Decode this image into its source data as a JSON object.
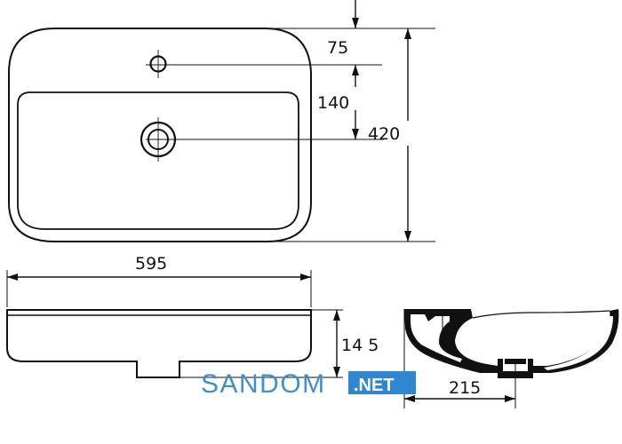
{
  "dimensions": {
    "top_to_tap_hole": "75",
    "tap_to_drain": "140",
    "total_depth": "420",
    "total_width": "595",
    "height": "14 5",
    "drain_offset": "215"
  },
  "watermark": {
    "name": "SANDOM",
    "suffix": ".NET",
    "color": "#3d8fd1",
    "badge_color": "#2f86d1"
  },
  "colors": {
    "line": "#111111",
    "section_fill": "#111111"
  }
}
